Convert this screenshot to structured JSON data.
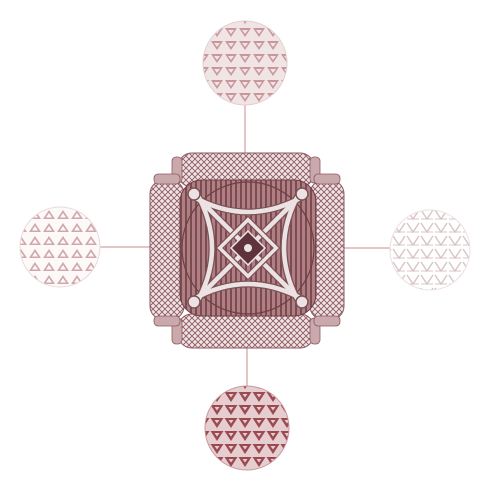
{
  "figure": {
    "subject": "structure-assembly-with-lattice-details",
    "colors": {
      "background": "#ffffff",
      "detail_top": "#c9979b",
      "detail_top_bg": "#f0e4e5",
      "detail_left": "#d0a7ab",
      "detail_left_bg": "#fdf9f9",
      "detail_right": "#d8c4c6",
      "detail_right_bg": "#ffffff",
      "detail_bottom": "#9b4a52",
      "detail_bottom_bg": "#e6cdcf",
      "body": "#9f6b70",
      "body_dark": "#6e3f45",
      "frame": "#e9dcdd",
      "leader": "#c98e92"
    },
    "details": [
      {
        "position": "top",
        "pattern": "triangle-lattice-dense"
      },
      {
        "position": "left",
        "pattern": "triangle-lattice-open"
      },
      {
        "position": "right",
        "pattern": "triangle-lattice-sparse"
      },
      {
        "position": "bottom",
        "pattern": "triangle-lattice-solid"
      }
    ]
  }
}
